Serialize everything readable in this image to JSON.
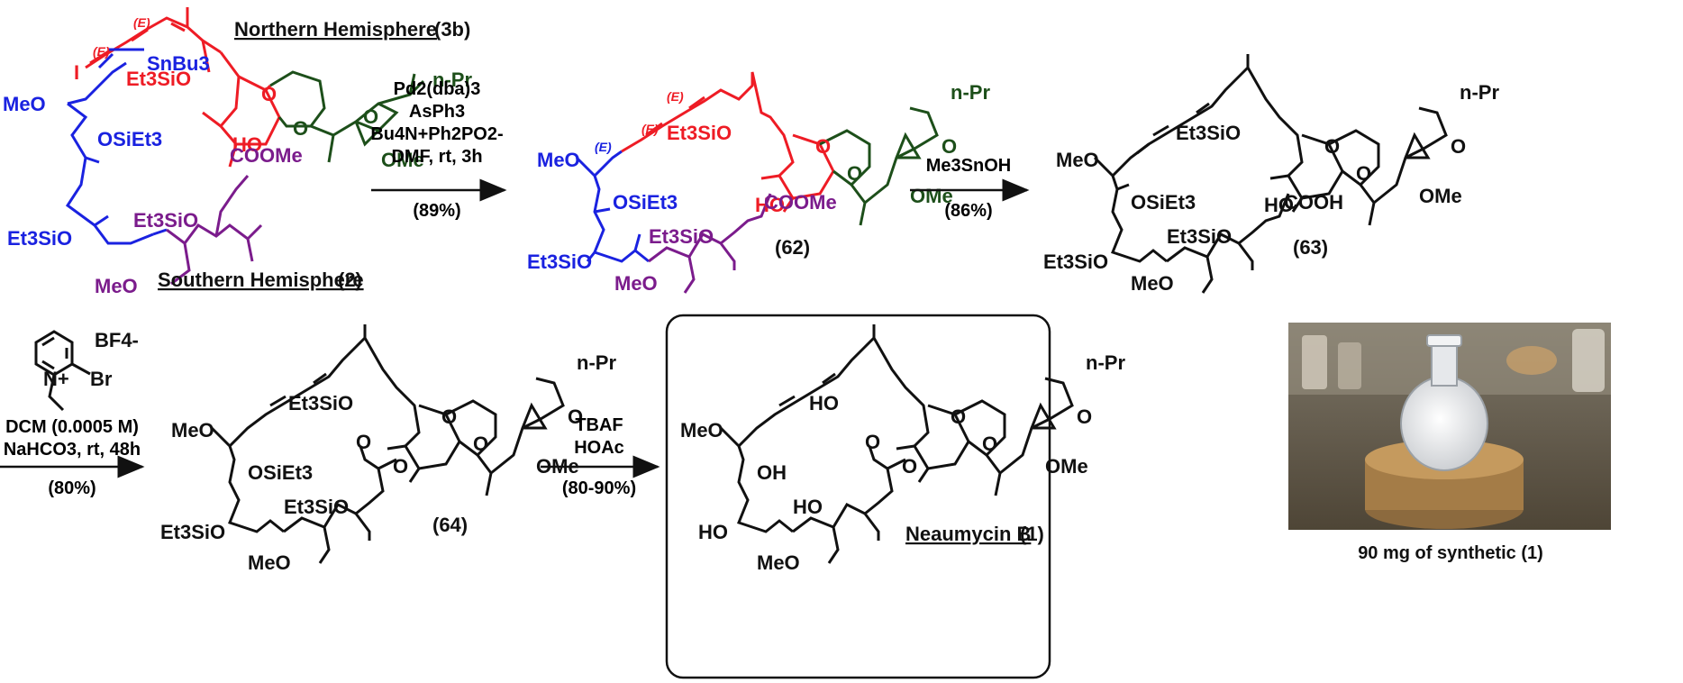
{
  "colors": {
    "red": "#ee1c25",
    "blue": "#1a22e0",
    "green": "#1d4f1a",
    "purple": "#7b1c8c",
    "black": "#111111"
  },
  "labels": {
    "northern_caption": "Northern Hemisphere",
    "northern_num": "(3b)",
    "southern_caption": "Southern Hemisphere",
    "southern_num": "(2)",
    "c62": "(62)",
    "c63": "(63)",
    "c64": "(64)",
    "final_name": "Neaumycin B",
    "final_num": "(1)",
    "photo_caption": "90 mg of synthetic (1)"
  },
  "groups": {
    "i": "I",
    "e": "(E)",
    "et3sio": "Et3SiO",
    "osiet3": "OSiEt3",
    "meo": "MeO",
    "ome": "OMe",
    "npr": "n-Pr",
    "o": "O",
    "ho": "HO",
    "oh": "OH",
    "sn": "SnBu3",
    "coome": "COOMe",
    "cooh": "COOH"
  },
  "steps": {
    "s1": {
      "l1": "Pd2(dba)3",
      "l2": "AsPh3",
      "l3": "Bu4N+Ph2PO2-",
      "l4": "DMF, rt, 3h",
      "y": "(89%)"
    },
    "s2": {
      "l1": "Me3SnOH",
      "y": "(86%)"
    },
    "s3": {
      "counter": "BF4-",
      "sub": "Br",
      "n": "N+",
      "l1": "DCM (0.0005 M)",
      "l2": "NaHCO3, rt, 48h",
      "y": "(80%)"
    },
    "s4": {
      "l1": "TBAF",
      "l2": "HOAc",
      "y": "(80-90%)"
    }
  }
}
